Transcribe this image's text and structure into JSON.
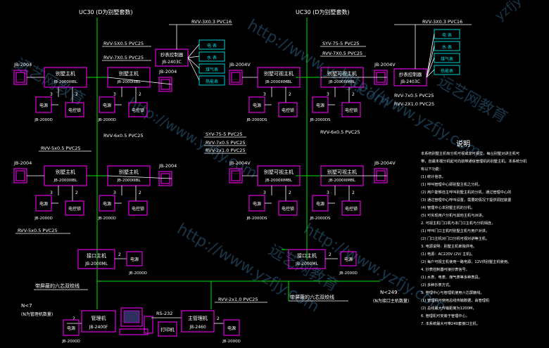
{
  "watermark": {
    "url": "http://www.yzfjy.com",
    "school": "远艺网教育",
    "corner": "yzfjy"
  },
  "riser_labels": {
    "left": "UC30 (D为别墅套数)",
    "right": "UC30 (D为别墅套数)"
  },
  "units": {
    "u1": {
      "id": "JB-2004",
      "title": "别墅主机",
      "model": "JB-2000IIIBL",
      "power": "电源",
      "power_model": "JB-2000D",
      "lock": "电控锁",
      "num_a": "3",
      "num_b": "2"
    },
    "u2": {
      "id": "JB-2004",
      "title": "别墅主机",
      "model": "JB-2000IIIBL",
      "power": "电源",
      "power_model": "JB-2000D",
      "lock": "电控锁",
      "num_a": "3",
      "num_b": "2"
    },
    "u3": {
      "id": "JB-2004",
      "title": "别墅主机",
      "model": "JB-2000IIIBL",
      "power": "电源",
      "power_model": "JB-2000D",
      "lock": "电控锁",
      "num_a": "3",
      "num_b": "2"
    },
    "u4": {
      "id": "JB-2004",
      "title": "别墅主机",
      "model": "JB-2000IIIBL",
      "power": "电源",
      "power_model": "JB-2000D",
      "lock": "电控锁",
      "num_a": "3",
      "num_b": "2"
    },
    "u5": {
      "id": "JB-2004V",
      "title": "别墅可视主机",
      "model": "JB-2000IIIMBL",
      "power": "电源",
      "power_model": "JB-2000DS",
      "lock": "电控锁",
      "num_a": "3",
      "num_b": "2"
    },
    "u6": {
      "id": "JB-2004V",
      "title": "别墅可视主机",
      "model": "JB-2000IIIMBL",
      "power": "电源",
      "power_model": "JB-2000DS",
      "lock": "电控锁",
      "num_a": "3",
      "num_b": "2"
    },
    "u7": {
      "id": "JB-2004V",
      "title": "别墅可视主机",
      "model": "JB-2000IIIMBL",
      "power": "电源",
      "power_model": "JB-2000DS",
      "lock": "电控锁",
      "num_a": "3",
      "num_b": "2"
    },
    "u8": {
      "id": "JB-2004V",
      "title": "别墅可视主机",
      "model": "JB-2000IIIMBL",
      "power": "电源",
      "power_model": "JB-2000DS",
      "lock": "电控锁",
      "num_a": "3",
      "num_b": "2"
    }
  },
  "meter_ctrl_left": {
    "title": "抄表控制器",
    "model": "JB-2403C",
    "cable_top": "RVV-3X0.3 PVC16",
    "items": [
      "电 表",
      "水 表",
      "煤气表",
      "热能表"
    ]
  },
  "meter_ctrl_right": {
    "title": "抄表控制器",
    "model": "JB-2403C",
    "cable_top": "RVV-3X0.3 PVC16",
    "items": [
      "电 表",
      "水 表",
      "煤气表",
      "热能表"
    ]
  },
  "cables": {
    "l_rvv5": "RVV-5X0.5 PVC25",
    "l_rvv7": "RVV-7X0.5 PVC25",
    "l_rvv6_a": "RVV-6x0.5 PVC25",
    "l_rvv5_b": "RVV-5x0.5 PVC25",
    "l_rvv5_c": "RVV-5x0.5 PVC25",
    "r_syv": "SYV-75-5 PVC25",
    "r_rvv7": "RVV-7X0.5 PVC25",
    "r_rvv6": "RVV-6x0.5 PVC25",
    "r_rvv7b": "RVV-7x0.5 PVC25",
    "r_rvv2b": "RVV-2X1.0 PVC25",
    "m_syv": "SYV-75-5 PVC25",
    "m_rvv7": "RVV-7x0.5 PVC25",
    "m_rvv2": "RVV-2x1.0 PVC25",
    "m_rvv6": "RVV-6x0.5 PVC25",
    "bottom_rvv2": "RVV-2x1.0 PVC25"
  },
  "interface_left": {
    "title": "接口主机",
    "model": "JB-2000ML",
    "power": "电源",
    "power_model": "JB-2000D",
    "num": "2"
  },
  "interface_right": {
    "title": "接口主机",
    "model": "JB-2000ML",
    "power": "电源",
    "power_model": "JB-2000D",
    "num": "2"
  },
  "bottom": {
    "bus_left_label": "带屏蔽的六芯双绞线",
    "bus_right_label": "带屏蔽的六芯双绞线",
    "nk_left": "N<7",
    "nk_left_note": "(N为管理机数量)",
    "nk_right": "N<249",
    "nk_right_note": "(N为接口主机数量)",
    "rs232": "RS-232",
    "mgr_title": "管理机",
    "mgr_model": "JB-2400F",
    "main_title": "主管理机",
    "main_model": "JB-2460",
    "printer": "打印机",
    "power": "电源",
    "power_model": "JB-2000D",
    "num": "2"
  },
  "notes": {
    "title": "说明",
    "lines": [
      "本系统别墅主机有分机可视或非可视型，每台别墅对讲主机可",
      "带，自最末端分机起可向前带通信管理机的别墅主机。本系统分机",
      "有以下功能：",
      "(1) 统计信息。",
      "(1) 呼叫管理中心即别墅主机之分机，",
      "(2) 用户能够自主呼叫别墅主机的分机，通过管理中心的",
      "(3) 通过管理中心呼叫设置，需要的情况下提供调控装置",
      "(4) 管理中心本别墅主机的分机。",
      "(5) 可实现用户分机与其他主机与对讲。",
      "2. 可视主机门口机与本门口主机与分机相连，",
      "(1) 呼叫门口主机时别墅主机与用户对讲。",
      "(2) 门口主机对门口分机可视对讲等主机。",
      "3. 电源说明：别墅主机单独供电。",
      "(1) 电源：AC220V (2V/ 主机)。",
      "(2) 每户可视主机使用一路电源，12V供别墅主机使用。",
      "4. 抄表控制器可接抄表信号，",
      "(1) 水表、电表、煤气表等多种表具。",
      "(2) 多种抄表方式。",
      "5. 管理中心与管理机使用六芯屏蔽线，",
      "(1) 管理机可使用总线传输数据，由管理机",
      "(2) 总线最大传输距离为1200M，",
      "6. 管理机可安装于管理中心，",
      "7. 本系统最大可带249套接口主机。"
    ]
  }
}
